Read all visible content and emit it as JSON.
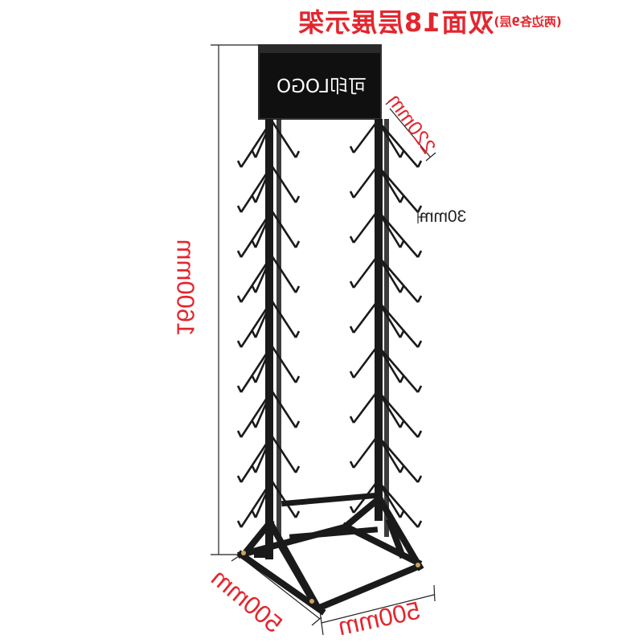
{
  "title": {
    "main": "双面18层展示架",
    "sub": "(两边各9层)"
  },
  "sign": {
    "text": "可印LOGO"
  },
  "dimensions": {
    "height": "1600mm",
    "depth": "500mm",
    "width": "500mm",
    "hook_length": "220mm",
    "hook_spacing": "30mm"
  },
  "colors": {
    "accent": "#e3262e",
    "frame": "#1a1a1a"
  },
  "rack": {
    "tiers_per_side": 9,
    "sides": 2
  }
}
